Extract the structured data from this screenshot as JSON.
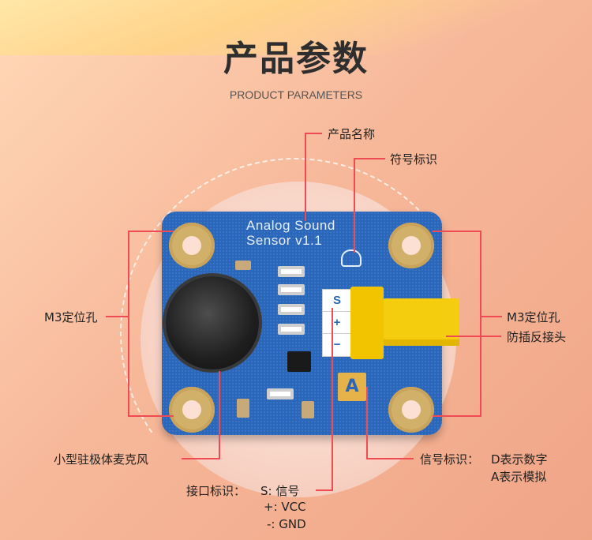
{
  "header": {
    "title": "产品参数",
    "subtitle": "PRODUCT PARAMETERS"
  },
  "board": {
    "silkscreen_line1": "Analog Sound",
    "silkscreen_line2": "Sensor v1.1",
    "pin_labels": [
      "S",
      "+",
      "−"
    ],
    "logo_letter": "A"
  },
  "callouts": {
    "product_name": "产品名称",
    "symbol_mark": "符号标识",
    "m3_left": "M3定位孔",
    "m3_right": "M3定位孔",
    "anti_reverse": "防插反接头",
    "microphone": "小型驻极体麦克风",
    "interface_title": "接口标识：",
    "interface_s": "S: 信号",
    "interface_vcc": "+: VCC",
    "interface_gnd": "-: GND",
    "signal_title": "信号标识：",
    "signal_d": "D表示数字",
    "signal_a": "A表示模拟"
  },
  "colors": {
    "accent_line": "#ef4b55",
    "board_blue": "#2b66b8",
    "connector_yellow": "#f2c400"
  }
}
